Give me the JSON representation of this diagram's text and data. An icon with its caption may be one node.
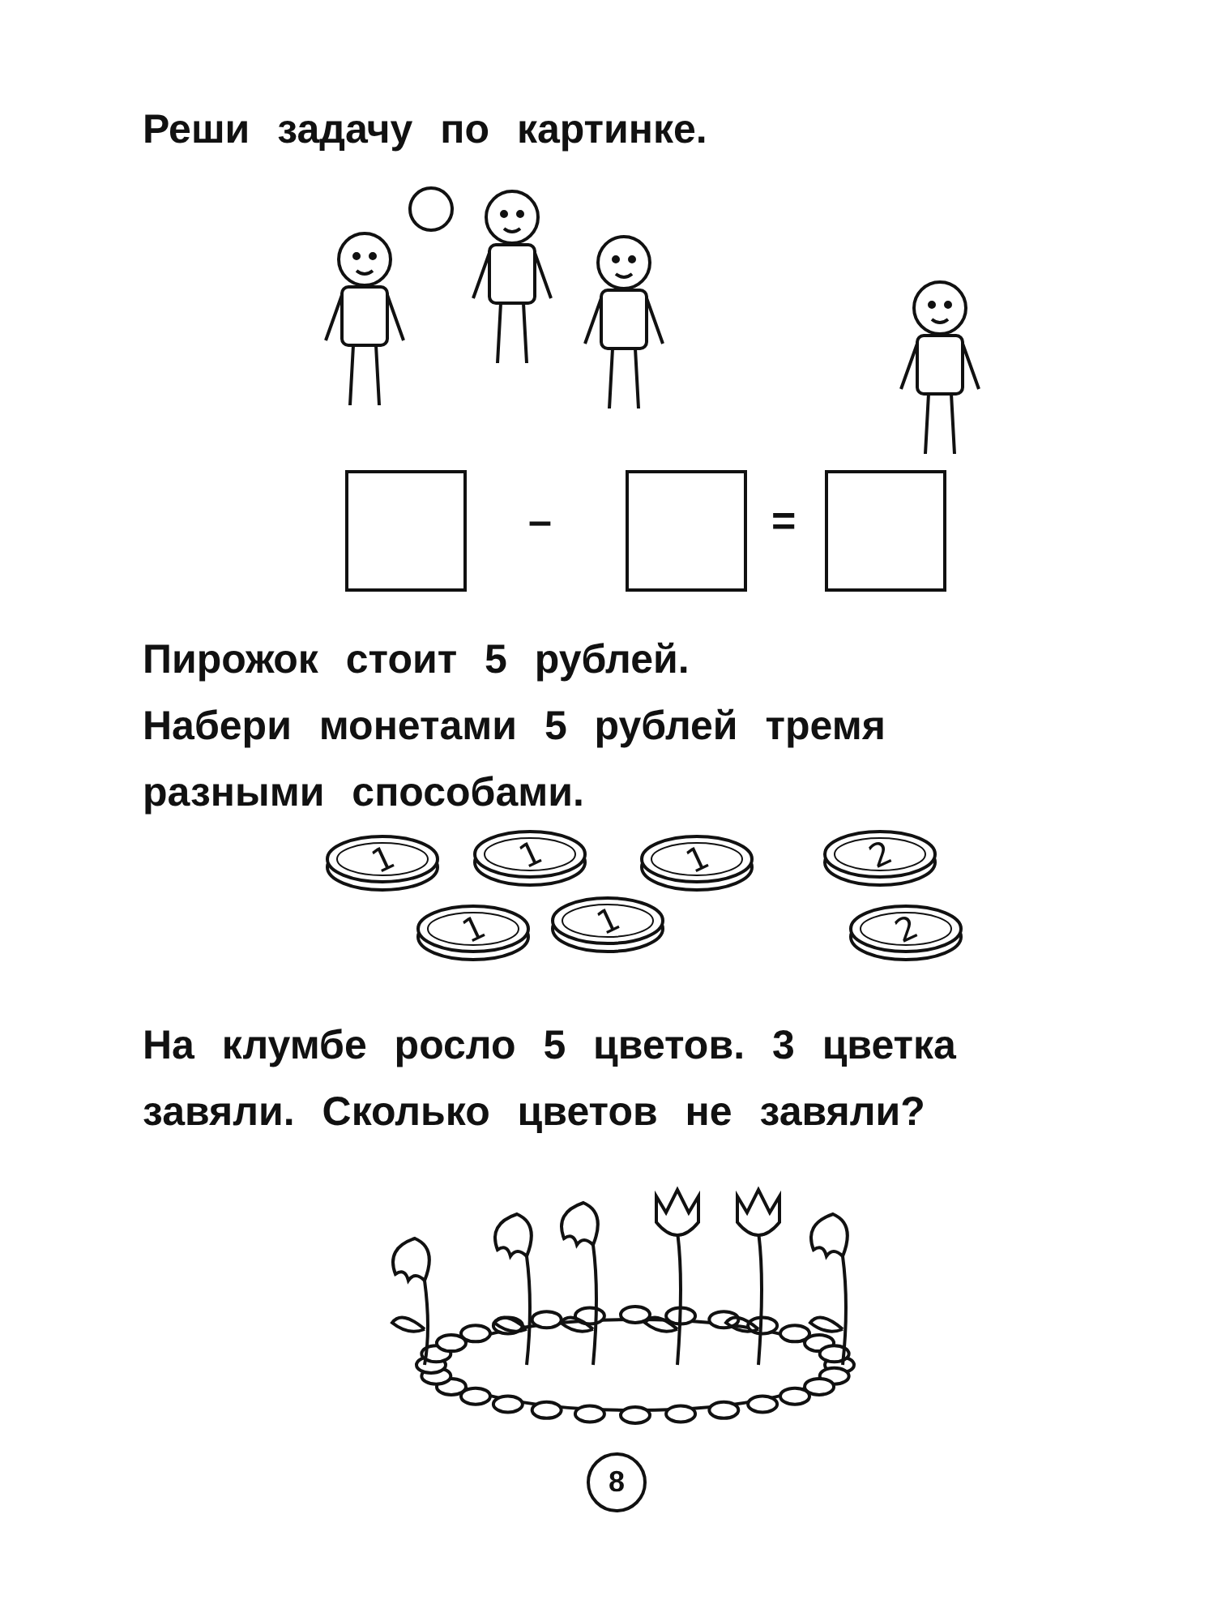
{
  "diagram": {
    "nodes": [
      {
        "text": [],
        "shape": "box"
      },
      {
        "text": [],
        "shape": "box"
      },
      {
        "text": [],
        "shape": "box"
      },
      {
        "text": [
          "8"
        ]
      }
    ],
    "edges": [],
    "labels": [
      "Реши задачу по картинке.",
      "–",
      "=",
      "Пирожок стоит 5 рублей.",
      "Набери монетами 5 рублей тремя разными способами.",
      "1",
      "1",
      "1",
      "2",
      "1",
      "1",
      "2",
      "На клумбе росло 5 цветов. 3 цветка завяли. Сколько цветов не завяли?"
    ]
  }
}
